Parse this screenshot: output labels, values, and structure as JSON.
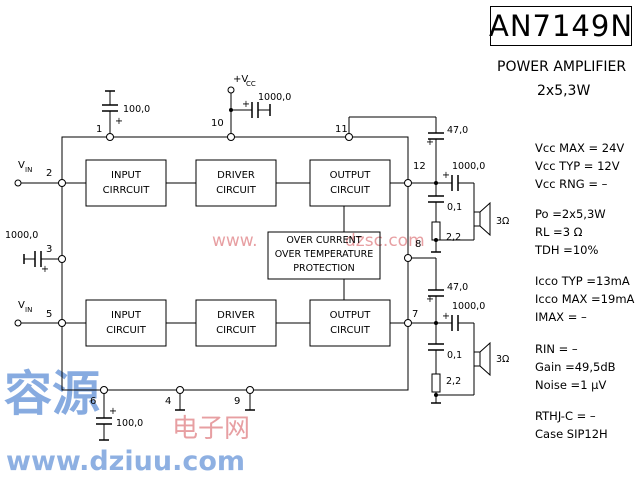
{
  "title": "AN7149N",
  "subtitle": "POWER AMPLIFIER",
  "config": "2x5,3W",
  "blocks": {
    "input_line1": "INPUT",
    "input_ch1_line2": "CIRRCUIT",
    "input_ch2_line2": "CIRCUIT",
    "driver_line1": "DRIVER",
    "driver_line2": "CIRCUIT",
    "output_line1": "OUTPUT",
    "output_line2": "CIRCUIT",
    "protection_line1": "OVER CURRENT",
    "protection_line2": "OVER TEMPERATURE",
    "protection_line3": "PROTECTION"
  },
  "pins": {
    "p1": "1",
    "p2": "2",
    "p3": "3",
    "p4": "4",
    "p5": "5",
    "p6": "6",
    "p7": "7",
    "p8": "8",
    "p9": "9",
    "p10": "10",
    "p11": "11",
    "p12": "12"
  },
  "labels": {
    "vin": "V",
    "vin_sub": "IN",
    "vcc": "+V",
    "vcc_sub": "CC"
  },
  "components": {
    "c_pin1": "100,0",
    "c_pin10": "1000,0",
    "c_pin3": "1000,0",
    "c_pin6": "100,0",
    "c_ch1_boot": "47,0",
    "c_ch1_out": "1000,0",
    "c_ch1_zobel": "0,1",
    "r_ch1_zobel": "2,2",
    "spk_ch1": "3Ω",
    "c_ch2_boot": "47,0",
    "c_ch2_out": "1000,0",
    "c_ch2_zobel": "0,1",
    "r_ch2_zobel": "2,2",
    "spk_ch2": "3Ω",
    "plus": "+"
  },
  "specs": {
    "vcc_max": "Vcc MAX = 24V",
    "vcc_typ": "Vcc TYP = 12V",
    "vcc_rng": "Vcc RNG = –",
    "po": "Po  =2x5,3W",
    "rl": "RL  =3 Ω",
    "tdh": "TDH =10%",
    "icco_typ": "Icco TYP =13mA",
    "icco_max": "Icco MAX =19mA",
    "imax": "IMAX  =  –",
    "rin": "RIN   =  –",
    "gain": "Gain  =49,5dB",
    "noise": "Noise =1 μV",
    "rthj": "RTHJ-C = –",
    "case": "Case  SIP12H"
  },
  "watermark": {
    "chars1": "容源",
    "chars2": "电子网",
    "url_mid": "dzsc.com",
    "url_bottom": "www.dziuu.com",
    "url_mid_prefix": "www."
  },
  "colors": {
    "line": "#000000",
    "watermark_blue": "#5f8fd6",
    "watermark_red": "#e2888c"
  }
}
